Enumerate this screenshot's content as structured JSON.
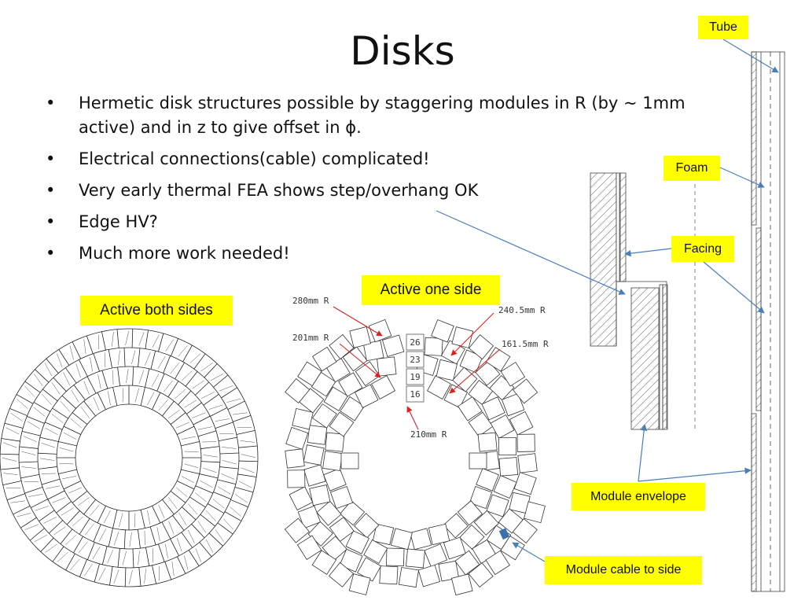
{
  "slide": {
    "title": "Disks",
    "bullets": [
      {
        "line1": "Hermetic disk structures possible by staggering modules in R (by ~ 1mm",
        "line2": "active) and in z to give offset in ϕ."
      },
      {
        "line1": "Electrical connections(cable) complicated!"
      },
      {
        "line1": "Very early thermal FEA shows step/overhang OK"
      },
      {
        "line1": "Edge HV?"
      },
      {
        "line1": "Much more work needed!"
      }
    ]
  },
  "callouts": {
    "tube": "Tube",
    "foam": "Foam",
    "facing": "Facing",
    "active_one_side": "Active one side",
    "active_both_sides": "Active both sides",
    "module_envelope": "Module envelope",
    "module_cable": "Module cable to side"
  },
  "disk_labels": {
    "r280": "280mm R",
    "r201": "201mm R",
    "r240": "240.5mm R",
    "r161": "161.5mm R",
    "r210": "210mm R",
    "stack": [
      "26",
      "23",
      "19",
      "16"
    ]
  },
  "colors": {
    "callout_bg": "#ffff00",
    "arrow_blue": "#4a7ebb",
    "arrow_red": "#e02020",
    "cable_square": "#3a6fb0"
  }
}
